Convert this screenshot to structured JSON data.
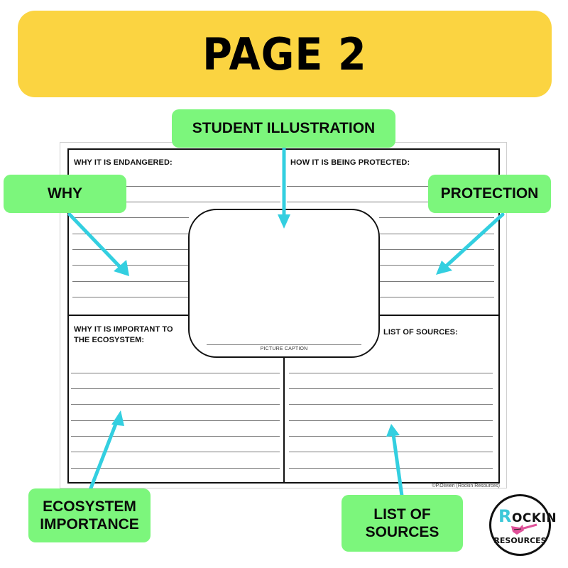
{
  "banner": {
    "title": "PAGE 2",
    "color": "#fbd441"
  },
  "worksheet": {
    "sections": {
      "top_left": {
        "label": "WHY IT IS ENDANGERED:"
      },
      "top_right": {
        "label": "HOW IT IS BEING PROTECTED:"
      },
      "bottom_left": {
        "label_line1": "WHY IT IS IMPORTANT TO",
        "label_line2": "THE ECOSYSTEM:"
      },
      "bottom_right": {
        "label": "LIST OF SOURCES:"
      }
    },
    "illustration_box": {
      "caption": "PICTURE CAPTION"
    },
    "copyright": "©P.Olivieri (Rockin Resources)"
  },
  "callouts": {
    "student_illustration": "STUDENT ILLUSTRATION",
    "why": "WHY",
    "protection": "PROTECTION",
    "ecosystem_line1": "ECOSYSTEM",
    "ecosystem_line2": "IMPORTANCE",
    "sources_line1": "LIST OF",
    "sources_line2": "SOURCES",
    "color": "#7cf67c",
    "arrow_color": "#33cfe0"
  },
  "logo": {
    "top_initial": "R",
    "top_rest": "OCKIN",
    "bottom": "RESOURCES"
  }
}
